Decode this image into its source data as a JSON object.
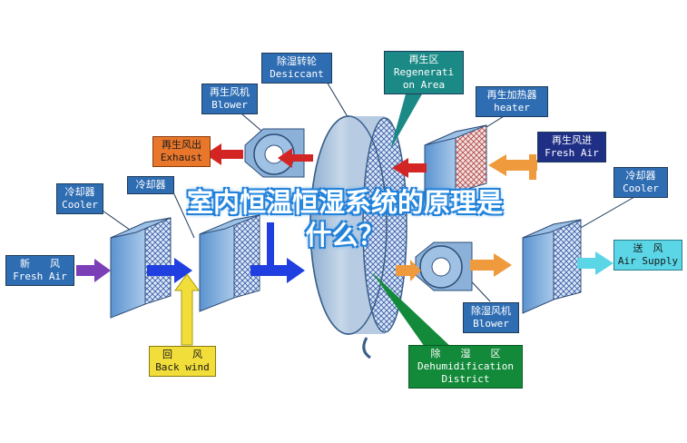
{
  "labels": {
    "desiccant": {
      "cn": "除湿转轮",
      "en": "Desiccant"
    },
    "regen_area": {
      "cn": "再生区",
      "en1": "Regenerati",
      "en2": "on Area"
    },
    "regen_blower": {
      "cn": "再生风机",
      "en": "Blower"
    },
    "regen_heater": {
      "cn": "再生加热器",
      "en": "heater"
    },
    "exhaust": {
      "cn": "再生风出",
      "en": "Exhaust"
    },
    "regen_fresh": {
      "cn": "再生风进",
      "en": "Fresh Air"
    },
    "cooler_left": {
      "cn": "冷却器",
      "en": "Cooler"
    },
    "cooler_mid": {
      "cn": "冷却器"
    },
    "cooler_right": {
      "cn": "冷却器",
      "en": "Cooler"
    },
    "fresh_air": {
      "cn": "新　　风",
      "en": "Fresh Air"
    },
    "supply": {
      "cn": "送　风",
      "en": "Air Supply"
    },
    "dehum_blower": {
      "cn": "除湿风机",
      "en": "Blower"
    },
    "back_wind": {
      "cn": "回　　风",
      "en": "Back wind"
    },
    "dehum_district": {
      "cn": "除　　湿　　区",
      "en1": "Dehumidification",
      "en2": "District"
    }
  },
  "overlay_title": {
    "line1": "室内恒温恒湿系统的原理是",
    "line2": "什么？"
  },
  "colors": {
    "blue_label": "#2f6db3",
    "orange_label": "#e8772b",
    "navy_label": "#1f2f86",
    "teal_label": "#1b8a86",
    "cyan_label": "#5ad6e6",
    "yellow_label": "#f2de3a",
    "green_label": "#138a3a",
    "red_arrow": "#d42525",
    "blue_arrow": "#1f3fe0",
    "orange_arrow": "#ef9a3c",
    "equipment_blue": "#6fa8e0"
  }
}
